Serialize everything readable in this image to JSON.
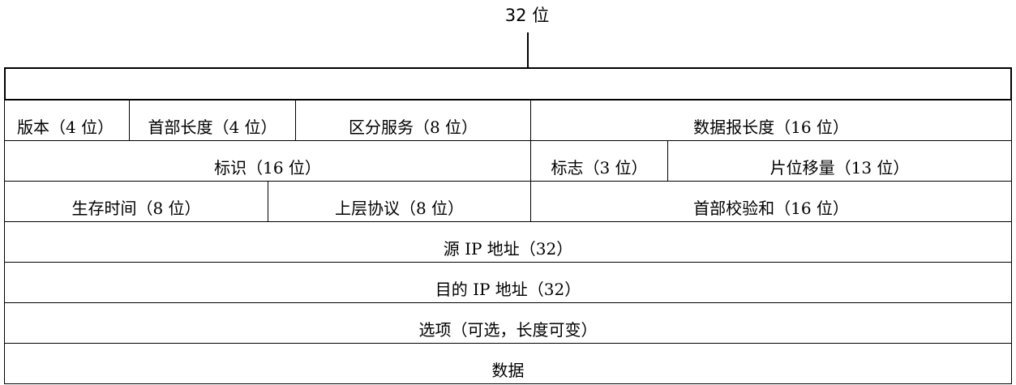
{
  "diagram": {
    "width_label": "32 位",
    "rows": [
      {
        "cells": [
          {
            "label": "版本（4 位）",
            "name": "field-version"
          },
          {
            "label": "首部长度（4 位）",
            "name": "field-header-length"
          },
          {
            "label": "区分服务（8 位）",
            "name": "field-diff-services"
          },
          {
            "label": "数据报长度（16 位）",
            "name": "field-datagram-length"
          }
        ]
      },
      {
        "cells": [
          {
            "label": "标识（16 位）",
            "name": "field-identification"
          },
          {
            "label": "标志（3 位）",
            "name": "field-flags"
          },
          {
            "label": "片位移量（13 位）",
            "name": "field-fragment-offset"
          }
        ]
      },
      {
        "cells": [
          {
            "label": "生存时间（8 位）",
            "name": "field-ttl"
          },
          {
            "label": "上层协议（8 位）",
            "name": "field-protocol"
          },
          {
            "label": "首部校验和（16 位）",
            "name": "field-header-checksum"
          }
        ]
      },
      {
        "cells": [
          {
            "label": "源 IP 地址（32）",
            "name": "field-source-ip"
          }
        ]
      },
      {
        "cells": [
          {
            "label": "目的 IP 地址（32）",
            "name": "field-destination-ip"
          }
        ]
      },
      {
        "cells": [
          {
            "label": "选项（可选，长度可变）",
            "name": "field-options"
          }
        ]
      },
      {
        "cells": [
          {
            "label": "数据",
            "name": "field-data"
          }
        ]
      }
    ]
  }
}
